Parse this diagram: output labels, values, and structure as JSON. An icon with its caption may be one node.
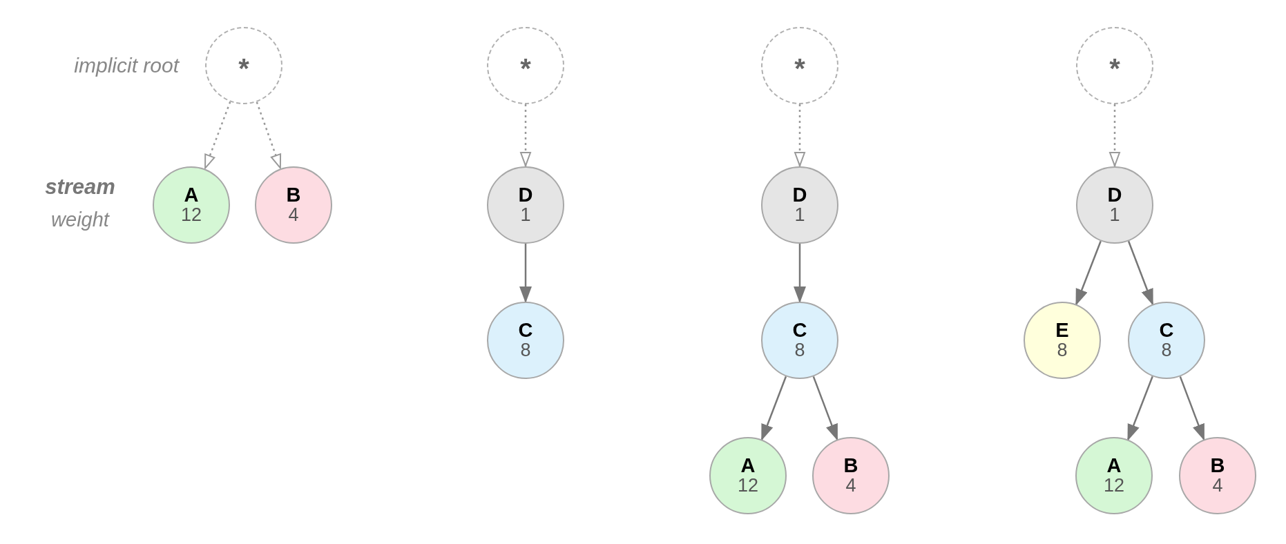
{
  "diagram": {
    "nodes": [
      {
        "text": [
          "*"
        ],
        "beside": [
          "implicit root"
        ]
      },
      {
        "text": [
          "A",
          "12"
        ]
      },
      {
        "text": [
          "B",
          "4"
        ]
      },
      {
        "text": [
          "*"
        ]
      },
      {
        "text": [
          "D",
          "1"
        ]
      },
      {
        "text": [
          "C",
          "8"
        ]
      },
      {
        "text": [
          "*"
        ]
      },
      {
        "text": [
          "D",
          "1"
        ]
      },
      {
        "text": [
          "C",
          "8"
        ]
      },
      {
        "text": [
          "A",
          "12"
        ]
      },
      {
        "text": [
          "B",
          "4"
        ]
      },
      {
        "text": [
          "*"
        ]
      },
      {
        "text": [
          "D",
          "1"
        ]
      },
      {
        "text": [
          "E",
          "8"
        ]
      },
      {
        "text": [
          "C",
          "8"
        ]
      },
      {
        "text": [
          "A",
          "12"
        ]
      },
      {
        "text": [
          "B",
          "4"
        ]
      }
    ],
    "edges": [
      {
        "from": 0,
        "to": 1,
        "arrow": "to",
        "style": "dashed",
        "color": "#999999"
      },
      {
        "from": 0,
        "to": 2,
        "arrow": "to",
        "style": "dashed",
        "color": "#999999"
      },
      {
        "from": 3,
        "to": 4,
        "arrow": "to",
        "style": "dashed",
        "color": "#999999"
      },
      {
        "from": 4,
        "to": 5,
        "arrow": "to"
      },
      {
        "from": 6,
        "to": 7,
        "arrow": "to",
        "style": "dashed",
        "color": "#999999"
      },
      {
        "from": 7,
        "to": 8,
        "arrow": "to"
      },
      {
        "from": 8,
        "to": 9,
        "arrow": "to"
      },
      {
        "from": 8,
        "to": 10,
        "arrow": "to"
      },
      {
        "from": 11,
        "to": 12,
        "arrow": "to",
        "style": "dashed",
        "color": "#999999"
      },
      {
        "from": 12,
        "to": 13,
        "arrow": "to"
      },
      {
        "from": 12,
        "to": 14,
        "arrow": "to"
      },
      {
        "from": 14,
        "to": 15,
        "arrow": "to"
      },
      {
        "from": 14,
        "to": 16,
        "arrow": "to"
      }
    ],
    "labels": [
      "stream",
      "weight"
    ]
  }
}
